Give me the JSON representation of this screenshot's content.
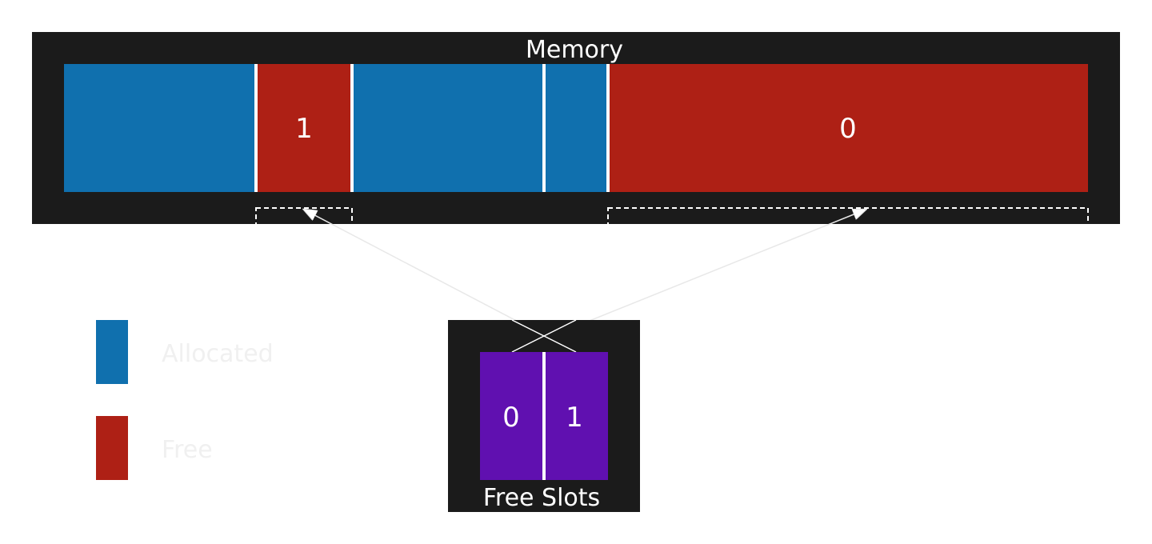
{
  "memory": {
    "title": "Memory",
    "blocks": [
      {
        "state": "allocated",
        "label": ""
      },
      {
        "state": "free",
        "label": "1"
      },
      {
        "state": "allocated",
        "label": ""
      },
      {
        "state": "allocated",
        "label": ""
      },
      {
        "state": "free",
        "label": "0"
      }
    ]
  },
  "free_slots": {
    "title": "Free Slots",
    "slots": [
      {
        "label": "0"
      },
      {
        "label": "1"
      }
    ]
  },
  "legend": {
    "allocated": {
      "label": "Allocated",
      "color": "#1070ae"
    },
    "free": {
      "label": "Free",
      "color": "#ae2015"
    }
  },
  "colors": {
    "panel": "#1b1b1b",
    "allocated": "#1070ae",
    "free": "#ae2015",
    "slot": "#6010b0",
    "text": "#ffffff",
    "divider": "#ffffff"
  }
}
